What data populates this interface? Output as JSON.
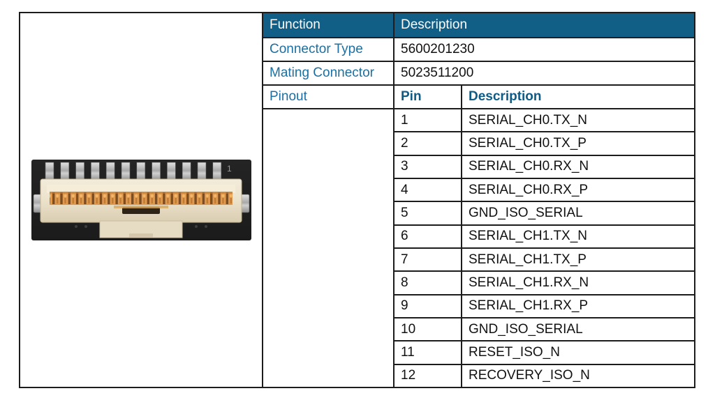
{
  "table": {
    "header": {
      "function": "Function",
      "description": "Description"
    },
    "info_rows": [
      {
        "label": "Connector Type",
        "value": "5600201230"
      },
      {
        "label": "Mating Connector",
        "value": "5023511200"
      }
    ],
    "pinout": {
      "label": "Pinout",
      "pin_header": "Pin",
      "desc_header": "Description",
      "pins": [
        {
          "pin": "1",
          "description": "SERIAL_CH0.TX_N"
        },
        {
          "pin": "2",
          "description": "SERIAL_CH0.TX_P"
        },
        {
          "pin": "3",
          "description": "SERIAL_CH0.RX_N"
        },
        {
          "pin": "4",
          "description": "SERIAL_CH0.RX_P"
        },
        {
          "pin": "5",
          "description": "GND_ISO_SERIAL"
        },
        {
          "pin": "6",
          "description": "SERIAL_CH1.TX_N"
        },
        {
          "pin": "7",
          "description": "SERIAL_CH1.TX_P"
        },
        {
          "pin": "8",
          "description": "SERIAL_CH1.RX_N"
        },
        {
          "pin": "9",
          "description": "SERIAL_CH1.RX_P"
        },
        {
          "pin": "10",
          "description": "GND_ISO_SERIAL"
        },
        {
          "pin": "11",
          "description": "RESET_ISO_N"
        },
        {
          "pin": "12",
          "description": "RECOVERY_ISO_N"
        }
      ]
    }
  },
  "connector_photo": {
    "pin1_label": "1"
  },
  "colors": {
    "header_bg": "#115E87",
    "label_text": "#1C6FA0",
    "subheader_text": "#0E5B86",
    "value_text": "#111111",
    "border": "#1C1C1C"
  }
}
